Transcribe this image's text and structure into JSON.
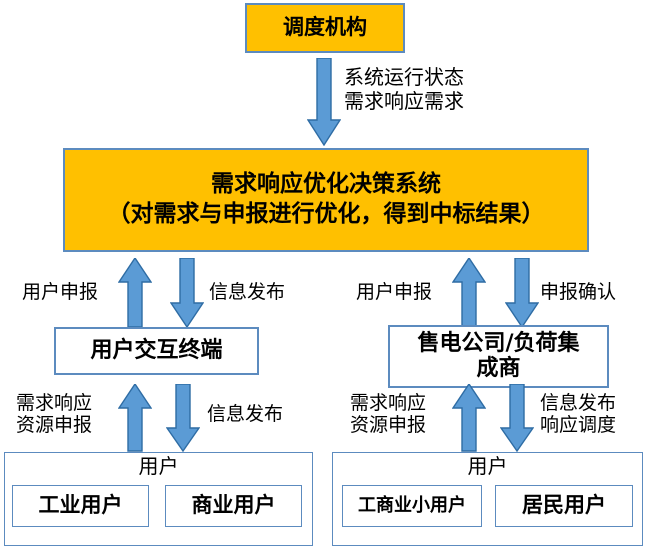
{
  "diagram": {
    "title_box": {
      "label": "调度机构"
    },
    "flow_top": {
      "label": "系统运行状态\n需求响应需求",
      "arrow": "down-arrow-icon"
    },
    "core_box": {
      "line1": "需求响应优化决策系统",
      "line2": "（对需求与申报进行优化，得到中标结果）"
    },
    "left_branch": {
      "up_label": "用户申报",
      "down_label": "信息发布",
      "node": {
        "label": "用户交互终端"
      },
      "lower_up_label": "需求响应\n资源申报",
      "lower_down_label": "信息发布",
      "group": {
        "title": "用户",
        "members": [
          {
            "label": "工业用户"
          },
          {
            "label": "商业用户"
          }
        ]
      }
    },
    "right_branch": {
      "up_label": "用户申报",
      "down_label": "申报确认",
      "node": {
        "line1": "售电公司/负荷集",
        "line2": "成商"
      },
      "lower_up_label": "需求响应\n资源申报",
      "lower_down_label": "信息发布\n响应调度",
      "group": {
        "title": "用户",
        "members": [
          {
            "label": "工商业小用户"
          },
          {
            "label": "居民用户"
          }
        ]
      }
    }
  },
  "colors": {
    "box_fill_accent": "#FFC000",
    "box_border": "#5C8BBF",
    "arrow_fill": "#5B9BD5",
    "arrow_stroke": "#2E6CA4",
    "text": "#000000",
    "background": "#FFFFFF"
  }
}
